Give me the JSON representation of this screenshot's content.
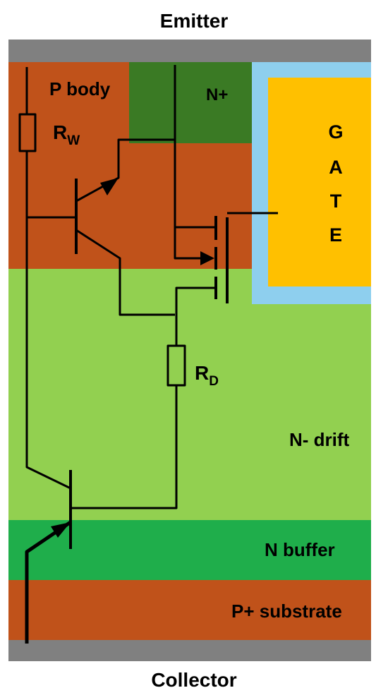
{
  "terminals": {
    "top": "Emitter",
    "bottom": "Collector"
  },
  "regions": {
    "p_body": "P body",
    "n_plus": "N+",
    "gate": [
      "G",
      "A",
      "T",
      "E"
    ],
    "n_drift": "N- drift",
    "n_buffer": "N buffer",
    "p_substrate": "P+ substrate"
  },
  "resistors": {
    "rw": {
      "main": "R",
      "sub": "W"
    },
    "rd": {
      "main": "R",
      "sub": "D"
    }
  },
  "colors": {
    "metal": "#808080",
    "p_body": "#C0521A",
    "n_plus": "#3A7A24",
    "gate_oxide": "#8ECFEE",
    "gate": "#FFC000",
    "n_drift": "#92D050",
    "n_buffer": "#1FAE4B",
    "p_substrate": "#C0521A",
    "wire": "#000000"
  }
}
